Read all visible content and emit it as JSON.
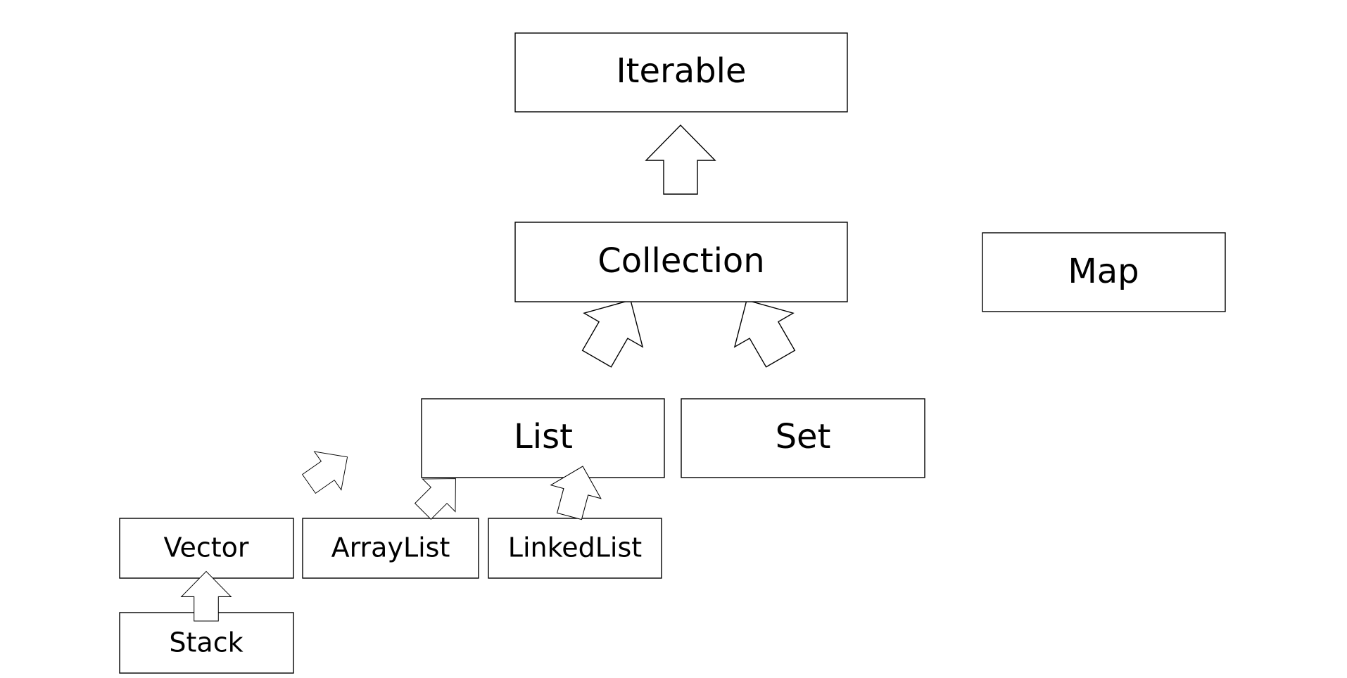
{
  "diagram": {
    "nodes": {
      "iterable": "Iterable",
      "collection": "Collection",
      "map": "Map",
      "list": "List",
      "set": "Set",
      "vector": "Vector",
      "arraylist": "ArrayList",
      "linkedlist": "LinkedList",
      "stack": "Stack"
    }
  }
}
